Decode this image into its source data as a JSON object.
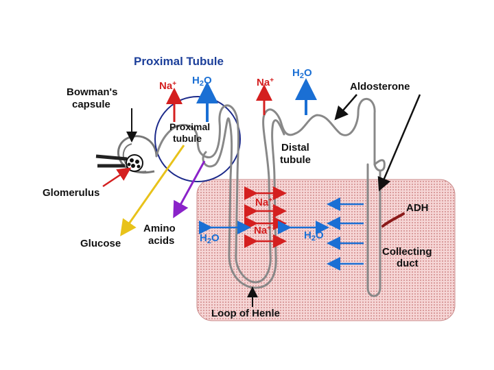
{
  "title": "Proximal Tubule",
  "labels": {
    "bowmans_capsule_line1": "Bowman's",
    "bowmans_capsule_line2": "capsule",
    "glomerulus": "Glomerulus",
    "glucose": "Glucose",
    "amino_line1": "Amino",
    "amino_line2": "acids",
    "proximal_line1": "Proximal",
    "proximal_line2": "tubule",
    "distal_line1": "Distal",
    "distal_line2": "tubule",
    "aldosterone": "Aldosterone",
    "adh": "ADH",
    "collecting_line1": "Collecting",
    "collecting_line2": "duct",
    "loop_of_henle": "Loop of Henle",
    "na": "Na",
    "na_sup": "+",
    "h2o_h": "H",
    "h2o_2": "2",
    "h2o_o": "O"
  },
  "colors": {
    "sodium": "#d41f1f",
    "water": "#1a6fd4",
    "title": "#1c3f9a",
    "glucose_arrow": "#e8c21a",
    "amino_arrow": "#8a22c9",
    "medulla": "#f2c9c9",
    "adh_hook": "#8b1a1a"
  }
}
